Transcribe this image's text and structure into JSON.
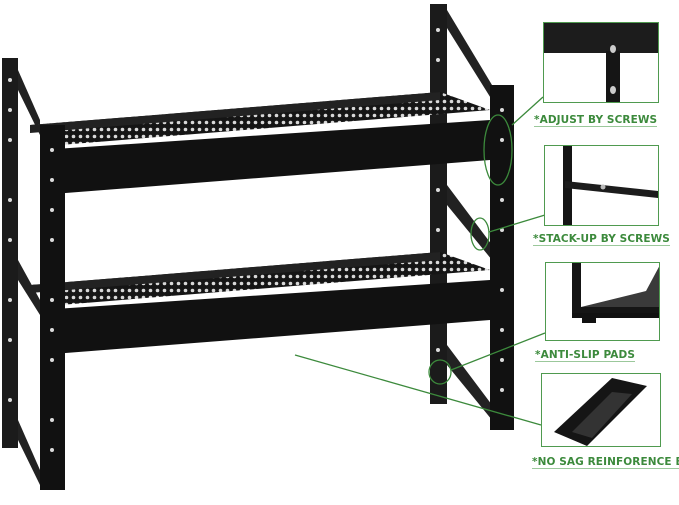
{
  "callouts": [
    {
      "label": "*ADJUST BY SCREWS",
      "icon": "screw-adjust-detail"
    },
    {
      "label": "*STACK-UP BY SCREWS",
      "icon": "stack-up-detail"
    },
    {
      "label": "*ANTI-SLIP PADS",
      "icon": "anti-slip-pad-detail"
    },
    {
      "label": "*NO SAG REINFORENCE BAR",
      "icon": "reinforcement-bar-detail"
    }
  ],
  "colors": {
    "accent": "#3c8a3c",
    "metal": "#1a1a1a"
  }
}
